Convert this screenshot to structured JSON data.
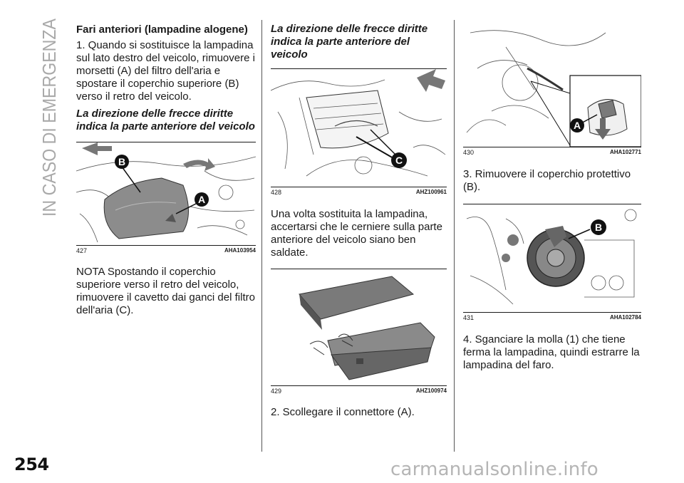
{
  "side_title": "IN CASO DI EMERGENZA",
  "page_number": "254",
  "watermark": "carmanualsonline.info",
  "col1": {
    "heading": "Fari anteriori (lampadine alogene)",
    "step1": "1. Quando si sostituisce la lampadina sul lato destro del veicolo, rimuovere i morsetti (A) del filtro dell'aria e spostare il coperchio superiore (B) verso il retro del veicolo.",
    "subhead": "La direzione delle frecce diritte indica la parte anteriore del veicolo",
    "fig_num": "427",
    "fig_code": "AHA103954",
    "fig_labels": [
      "B",
      "A"
    ],
    "note": "NOTA Spostando il coperchio superiore verso il retro del veicolo, rimuovere il cavetto dai ganci del filtro dell'aria (C)."
  },
  "col2": {
    "subhead": "La direzione delle frecce diritte indica la parte anteriore del veicolo",
    "fig1_num": "428",
    "fig1_code": "AHZ100961",
    "fig1_label": "C",
    "para": "Una volta sostituita la lampadina, accertarsi che le cerniere sulla parte anteriore del veicolo siano ben saldate.",
    "fig2_num": "429",
    "fig2_code": "AHZ100974",
    "step2": "2. Scollegare il connettore (A)."
  },
  "col3": {
    "fig1_num": "430",
    "fig1_code": "AHA102771",
    "fig1_label": "A",
    "step3": "3. Rimuovere il coperchio protettivo (B).",
    "fig2_num": "431",
    "fig2_code": "AHA102784",
    "fig2_label": "B",
    "step4": "4. Sganciare la molla (1) che tiene ferma la lampadina, quindi estrarre la lampadina del faro."
  },
  "colors": {
    "text": "#1a1a1a",
    "side_title": "#a9a9a9",
    "watermark": "#b5b5b5",
    "rule": "#555555"
  }
}
